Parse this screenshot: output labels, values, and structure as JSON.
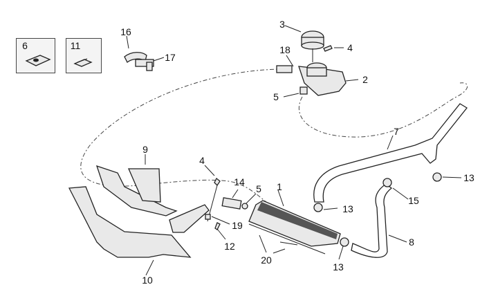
{
  "diagram": {
    "type": "exploded-parts-diagram",
    "subject": "coolant radiator, expansion tank and hoses assembly",
    "inset_boxes": [
      {
        "label": "6"
      },
      {
        "label": "11"
      }
    ],
    "callouts": [
      {
        "id": "c1",
        "label": "1",
        "part": "radiator"
      },
      {
        "id": "c2",
        "label": "2",
        "part": "expansion-tank"
      },
      {
        "id": "c3",
        "label": "3",
        "part": "tank-cap"
      },
      {
        "id": "c4a",
        "label": "4",
        "part": "screw"
      },
      {
        "id": "c4b",
        "label": "4",
        "part": "screw"
      },
      {
        "id": "c5a",
        "label": "5",
        "part": "hose-clamp"
      },
      {
        "id": "c5b",
        "label": "5",
        "part": "hose-clamp"
      },
      {
        "id": "c6",
        "label": "6",
        "part": "clip-nut"
      },
      {
        "id": "c7",
        "label": "7",
        "part": "upper-hose"
      },
      {
        "id": "c8",
        "label": "8",
        "part": "lower-hose"
      },
      {
        "id": "c9",
        "label": "9",
        "part": "radiator-shroud"
      },
      {
        "id": "c10",
        "label": "10",
        "part": "lower-cover"
      },
      {
        "id": "c11",
        "label": "11",
        "part": "spring-clip"
      },
      {
        "id": "c12",
        "label": "12",
        "part": "screw"
      },
      {
        "id": "c13a",
        "label": "13",
        "part": "hose-clamp"
      },
      {
        "id": "c13b",
        "label": "13",
        "part": "hose-clamp"
      },
      {
        "id": "c13c",
        "label": "13",
        "part": "hose-clamp"
      },
      {
        "id": "c14",
        "label": "14",
        "part": "breather-hose"
      },
      {
        "id": "c15",
        "label": "15",
        "part": "hose-clamp"
      },
      {
        "id": "c16",
        "label": "16",
        "part": "hose-holder"
      },
      {
        "id": "c17",
        "label": "17",
        "part": "clip"
      },
      {
        "id": "c18",
        "label": "18",
        "part": "hose-connector"
      },
      {
        "id": "c19",
        "label": "19",
        "part": "nut"
      },
      {
        "id": "c20",
        "label": "20",
        "part": "radiator-strips"
      }
    ]
  }
}
